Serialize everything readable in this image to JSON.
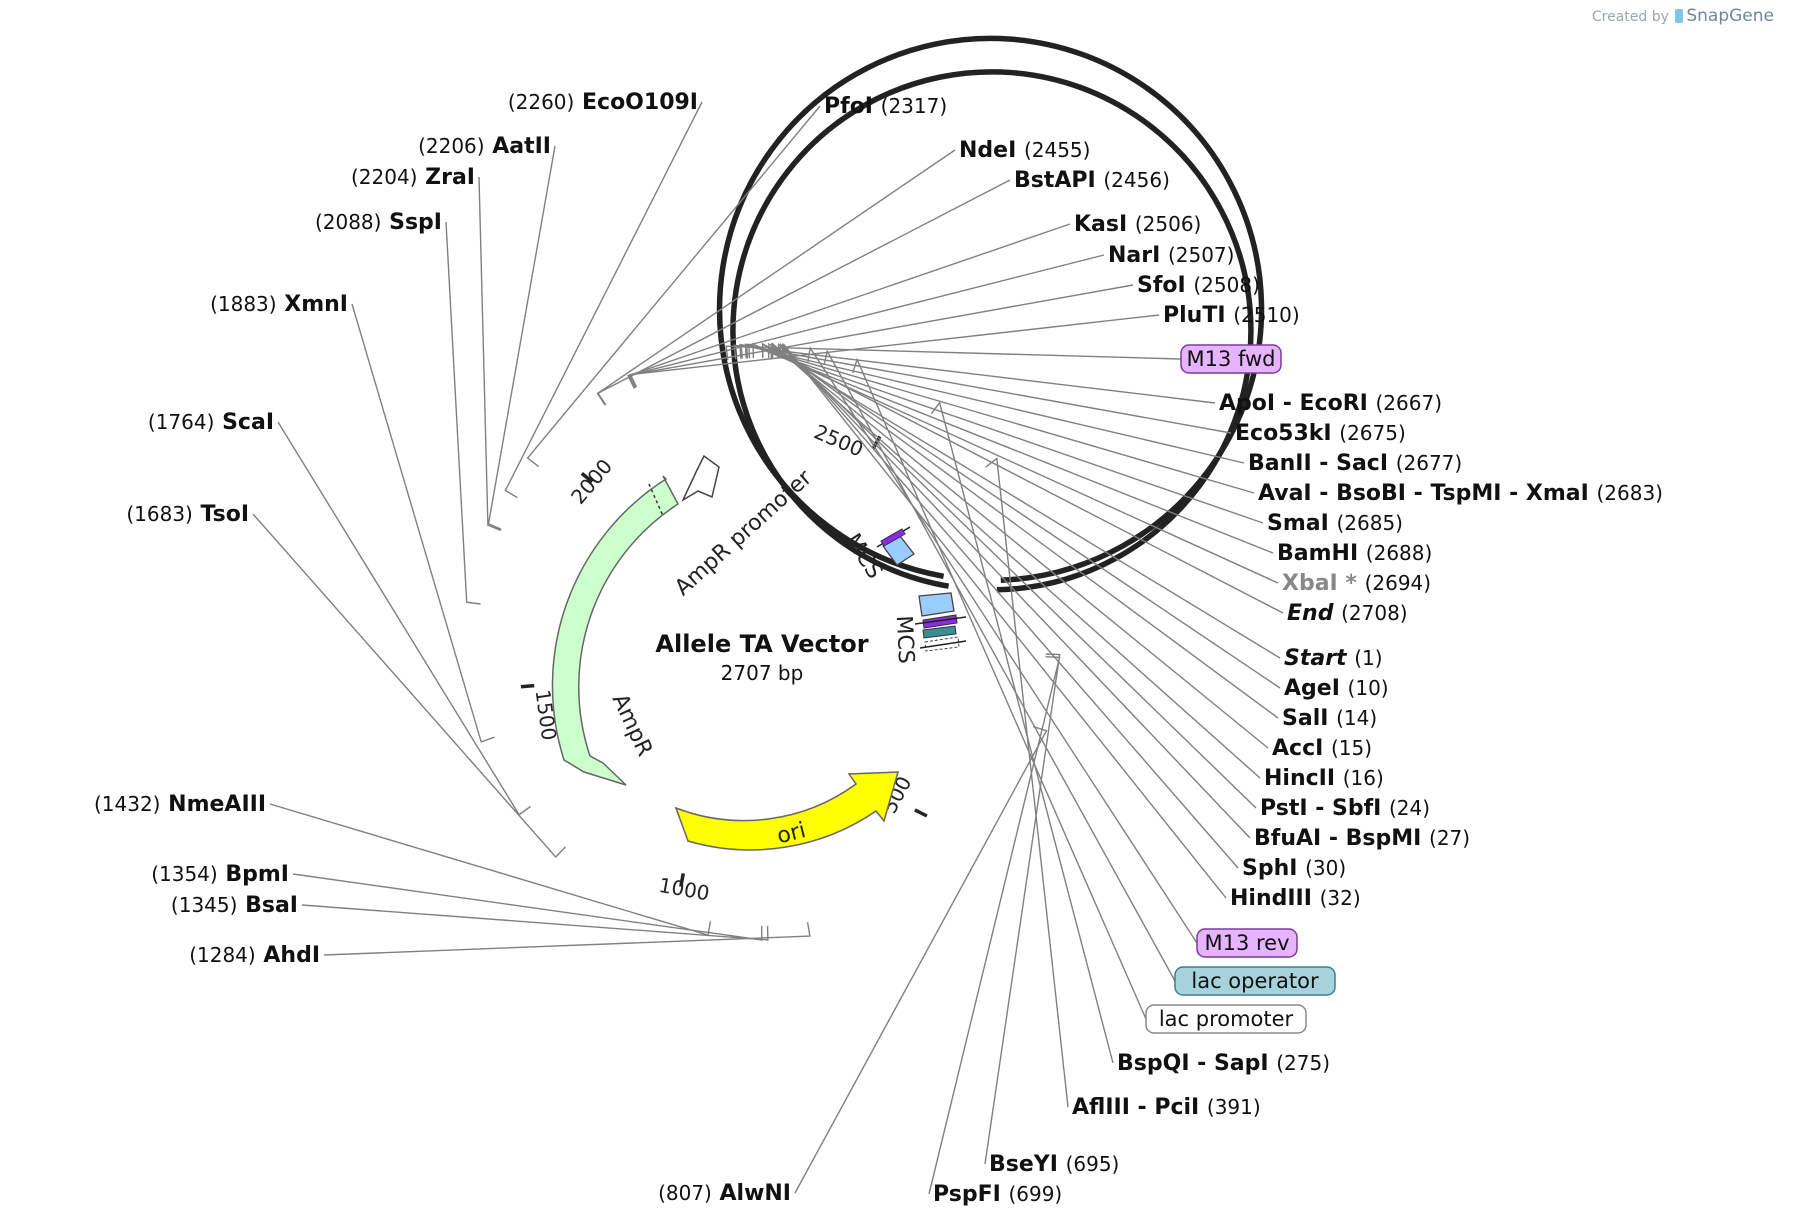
{
  "credit": {
    "created_by": "Created by",
    "brand": "SnapGene",
    "icon": "snapgene-logo-icon"
  },
  "plasmid": {
    "name": "Allele TA Vector",
    "size": "2707 bp",
    "length": 2707
  },
  "ticks": [
    "500",
    "1000",
    "1500",
    "2000",
    "2500"
  ],
  "features": [
    {
      "name": "AmpR promoter",
      "color": "#ffffff"
    },
    {
      "name": "AmpR",
      "color": "#ccffcc"
    },
    {
      "name": "ori",
      "color": "#ffff00"
    },
    {
      "name": "MCS",
      "color": "#99ccff"
    },
    {
      "name": "MCS",
      "color": "#99ccff"
    }
  ],
  "left_sites": [
    {
      "pos": "(2260)",
      "name": "EcoO109I"
    },
    {
      "pos": "(2206)",
      "name": "AatII"
    },
    {
      "pos": "(2204)",
      "name": "ZraI"
    },
    {
      "pos": "(2088)",
      "name": "SspI"
    },
    {
      "pos": "(1883)",
      "name": "XmnI"
    },
    {
      "pos": "(1764)",
      "name": "ScaI"
    },
    {
      "pos": "(1683)",
      "name": "TsoI"
    },
    {
      "pos": "(1432)",
      "name": "NmeAIII"
    },
    {
      "pos": "(1354)",
      "name": "BpmI"
    },
    {
      "pos": "(1345)",
      "name": "BsaI"
    },
    {
      "pos": "(1284)",
      "name": "AhdI"
    },
    {
      "pos": "(807)",
      "name": "AlwNI"
    }
  ],
  "right_sites": [
    {
      "name": "PfoI",
      "pos": "(2317)"
    },
    {
      "name": "NdeI",
      "pos": "(2455)"
    },
    {
      "name": "BstAPI",
      "pos": "(2456)"
    },
    {
      "name": "KasI",
      "pos": "(2506)"
    },
    {
      "name": "NarI",
      "pos": "(2507)"
    },
    {
      "name": "SfoI",
      "pos": "(2508)"
    },
    {
      "name": "PluTI",
      "pos": "(2510)"
    },
    {
      "name": "M13 fwd",
      "pos": ""
    },
    {
      "name": "ApoI - EcoRI",
      "pos": "(2667)"
    },
    {
      "name": "Eco53kI",
      "pos": "(2675)"
    },
    {
      "name": "BanII - SacI",
      "pos": "(2677)"
    },
    {
      "name": "AvaI - BsoBI - TspMI - XmaI",
      "pos": "(2683)"
    },
    {
      "name": "SmaI",
      "pos": "(2685)"
    },
    {
      "name": "BamHI",
      "pos": "(2688)"
    },
    {
      "name": "XbaI *",
      "pos": "(2694)"
    },
    {
      "name": "End",
      "pos": "(2708)"
    },
    {
      "name": "Start",
      "pos": "(1)"
    },
    {
      "name": "AgeI",
      "pos": "(10)"
    },
    {
      "name": "SalI",
      "pos": "(14)"
    },
    {
      "name": "AccI",
      "pos": "(15)"
    },
    {
      "name": "HincII",
      "pos": "(16)"
    },
    {
      "name": "PstI - SbfI",
      "pos": "(24)"
    },
    {
      "name": "BfuAI - BspMI",
      "pos": "(27)"
    },
    {
      "name": "SphI",
      "pos": "(30)"
    },
    {
      "name": "HindIII",
      "pos": "(32)"
    },
    {
      "name": "M13 rev",
      "pos": ""
    },
    {
      "name": "lac operator",
      "pos": ""
    },
    {
      "name": "lac promoter",
      "pos": ""
    },
    {
      "name": "BspQI - SapI",
      "pos": "(275)"
    },
    {
      "name": "AflIII - PciI",
      "pos": "(391)"
    },
    {
      "name": "BseYI",
      "pos": "(695)"
    },
    {
      "name": "PspFI",
      "pos": "(699)"
    }
  ],
  "box_colors": {
    "m13": "#e6b3ff",
    "lac_operator": "#a6d3db",
    "lac_promoter": "#ffffff",
    "muted_site": "#888888"
  }
}
